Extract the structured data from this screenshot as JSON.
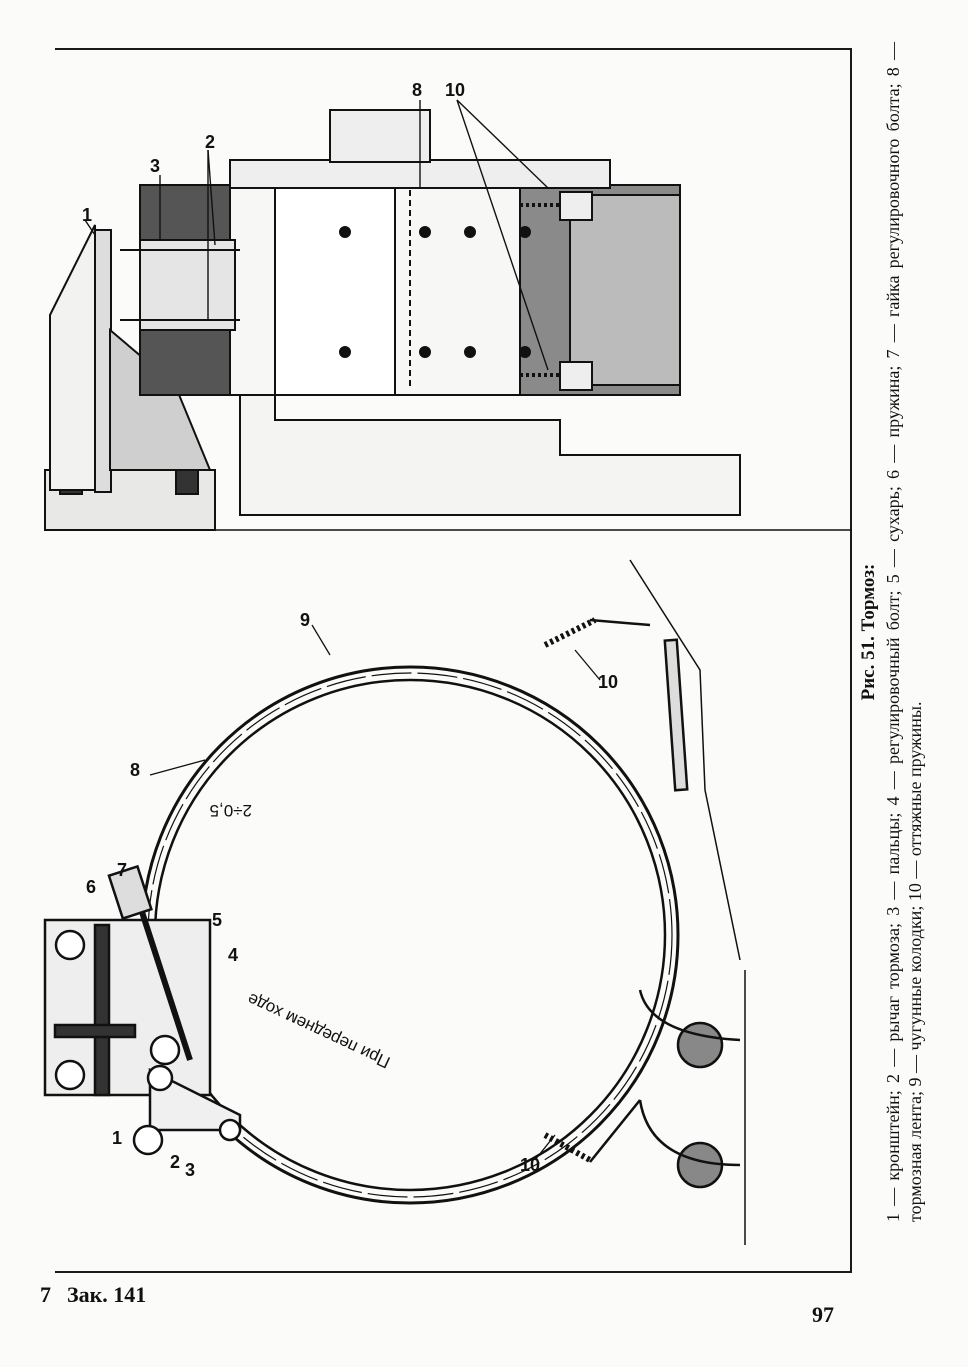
{
  "figure": {
    "caption_title": "Рис. 51. Тормоз:",
    "caption_body": "1 — кронштейн; 2 — рычаг тормоза; 3 — пальцы; 4 — регулировочный болт; 5 — сухарь; 6 — пружина; 7 — гайка регулировочного болта; 8 — тормозная лента; 9 — чугунные колодки; 10 — оттяжные пружины.",
    "callouts": {
      "left_1": "1",
      "left_2": "2",
      "left_3": "3",
      "left_4": "4",
      "left_5": "5",
      "left_6": "6",
      "left_7": "7",
      "left_8": "8",
      "left_9": "9",
      "left_10a": "10",
      "left_10b": "10",
      "right_1": "1",
      "right_2": "2",
      "right_3": "3",
      "right_8": "8",
      "right_10": "10"
    },
    "gap_note": "2÷0,5",
    "direction_note": "При переднем ходе"
  },
  "footer": {
    "sheet": "7",
    "order": "Зак. 141",
    "page_number": "97"
  }
}
